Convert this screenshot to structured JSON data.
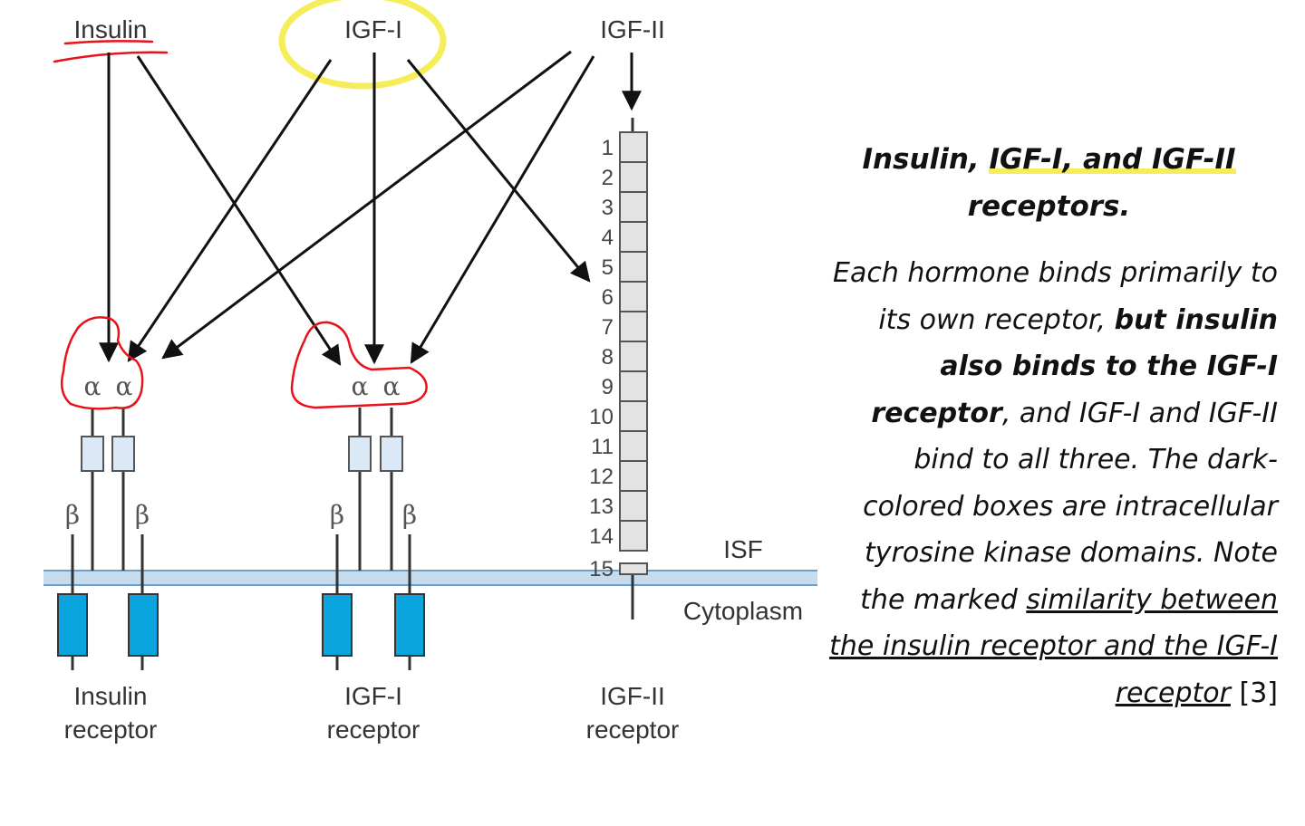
{
  "diagram": {
    "hormones": {
      "insulin": "Insulin",
      "igf1": "IGF-I",
      "igf2": "IGF-II"
    },
    "alpha": "α",
    "beta": "β",
    "regions": {
      "isf": "ISF",
      "cytoplasm": "Cytoplasm"
    },
    "receptors": {
      "insulin": {
        "line1": "Insulin",
        "line2": "receptor"
      },
      "igf1": {
        "line1": "IGF-I",
        "line2": "receptor"
      },
      "igf2": {
        "line1": "IGF-II",
        "line2": "receptor"
      }
    },
    "igf2_domains": [
      "1",
      "2",
      "3",
      "4",
      "5",
      "6",
      "7",
      "8",
      "9",
      "10",
      "11",
      "12",
      "13",
      "14",
      "15"
    ],
    "colors": {
      "membrane": "#c5dcef",
      "membrane_edge": "#6f9fc8",
      "alpha_box": "#dbe9f7",
      "kinase": "#0aa5df",
      "igf2_box": "#e3e3e3",
      "annotation_red": "#e8121a",
      "highlight_yellow": "#f5ee5a"
    }
  },
  "caption": {
    "title_part1": "Insulin, ",
    "title_highlight": "IGF-I, and IGF-II",
    "title_part2": "receptors.",
    "text1": "Each hormone binds primarily to its own receptor, ",
    "bold": "but insulin also binds to the IGF-I receptor",
    "text2": ", and IGF-I and IGF-II bind to all three. The dark-colored boxes are intracellular tyrosine kinase domains. Note the marked ",
    "underlined": "similarity between the insulin receptor and the IGF-I receptor",
    "text3": " ",
    "ref": "[3]"
  }
}
